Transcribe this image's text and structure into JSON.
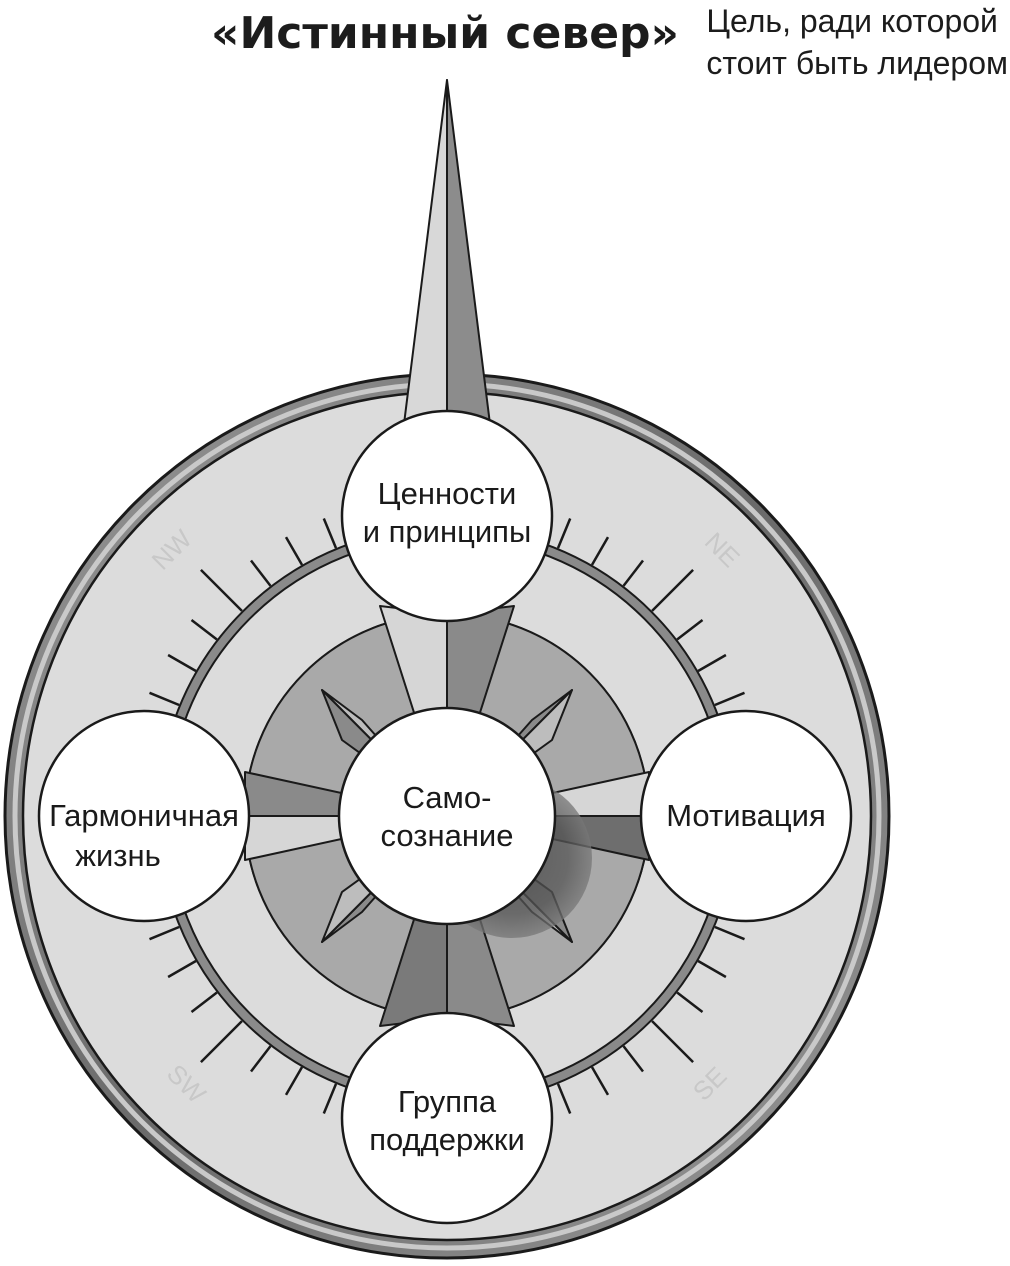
{
  "title": "«Истинный север»",
  "subtitle": {
    "line1": "Цель, ради которой",
    "line2": "стоит быть лидером"
  },
  "nodes": {
    "top": {
      "line1": "Ценности",
      "line2": "и принципы"
    },
    "center": {
      "line1": "Само-",
      "line2": "сознание"
    },
    "left": {
      "line1": "Гармоничная",
      "line2": "жизнь"
    },
    "right": {
      "line1": "Мотивация"
    },
    "bottom": {
      "line1": "Группа",
      "line2": "поддержки"
    }
  },
  "directions": {
    "nw": "NW",
    "ne": "NE",
    "sw": "SW",
    "se": "SE"
  },
  "colors": {
    "outer_ring": "#7a7a7a",
    "face": "#dcdcdc",
    "rose_dark": "#8a8a8a",
    "rose_mid": "#a9a9a9",
    "rose_light": "#d6d6d6",
    "needle_light": "#d8d8d8",
    "needle_dark": "#8c8c8c",
    "circle_fill": "#ffffff",
    "stroke": "#1a1a1a"
  }
}
